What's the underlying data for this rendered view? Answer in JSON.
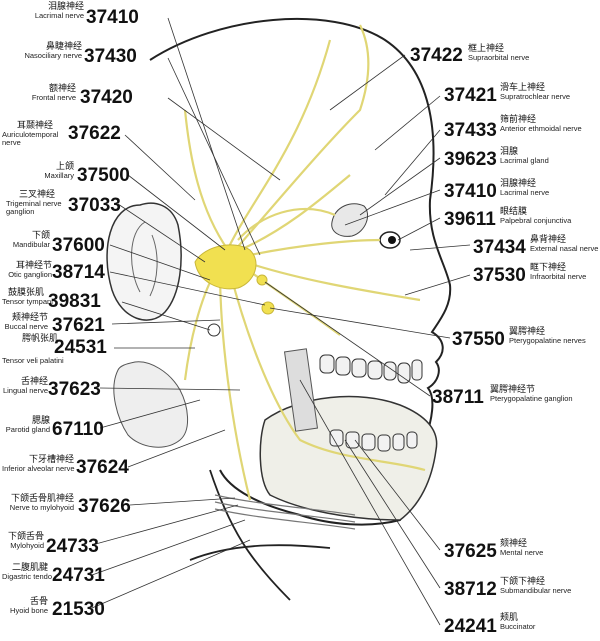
{
  "labels_left": [
    {
      "code": "37410",
      "cn": "泪腺神经",
      "en": "Lacrimal nerve"
    },
    {
      "code": "37430",
      "cn": "鼻睫神经",
      "en": "Nasociliary nerve"
    },
    {
      "code": "37420",
      "cn": "额神经",
      "en": "Frontal nerve"
    },
    {
      "code": "37622",
      "cn": "耳颞神经",
      "en": "Auriculotemporal nerve"
    },
    {
      "code": "37500",
      "cn": "上颌",
      "en": "Maxillary"
    },
    {
      "code": "37033",
      "cn": "三叉神经",
      "en": "Trigeminal nerve ganglion"
    },
    {
      "code": "37600",
      "cn": "下颌",
      "en": "Mandibular"
    },
    {
      "code": "38714",
      "cn": "耳神经节",
      "en": "Otic ganglion"
    },
    {
      "code": "39831",
      "cn": "鼓膜张肌",
      "en": "Tensor tympani"
    },
    {
      "code": "37621",
      "cn": "颊神经节",
      "en": "Buccal nerve"
    },
    {
      "code": "24531",
      "cn": "腭帆张肌",
      "en": "Tensor veli palatini"
    },
    {
      "code": "37623",
      "cn": "舌神经",
      "en": "Lingual nerve"
    },
    {
      "code": "67110",
      "cn": "腮腺",
      "en": "Parotid gland"
    },
    {
      "code": "37624",
      "cn": "下牙槽神经",
      "en": "Inferior alveolar nerve"
    },
    {
      "code": "37626",
      "cn": "下颌舌骨肌神经",
      "en": "Nerve to mylohyoid"
    },
    {
      "code": "24733",
      "cn": "下颌舌骨",
      "en": "Mylohyoid"
    },
    {
      "code": "24731",
      "cn": "二腹肌腱",
      "en": "Digastric tendo"
    },
    {
      "code": "21530",
      "cn": "舌骨",
      "en": "Hyoid bone"
    }
  ],
  "labels_right": [
    {
      "code": "37422",
      "cn": "框上神经",
      "en": "Supraorbital nerve"
    },
    {
      "code": "37421",
      "cn": "滑车上神经",
      "en": "Supratrochlear nerve"
    },
    {
      "code": "37433",
      "cn": "筛前神经",
      "en": "Anterior ethmoidal nerve"
    },
    {
      "code": "39623",
      "cn": "泪腺",
      "en": "Lacrimal gland"
    },
    {
      "code": "37410",
      "cn": "泪腺神经",
      "en": "Lacrimal nerve"
    },
    {
      "code": "39611",
      "cn": "眼结膜",
      "en": "Palpebral conjunctiva"
    },
    {
      "code": "37434",
      "cn": "鼻背神经",
      "en": "External nasal nerve"
    },
    {
      "code": "37530",
      "cn": "眶下神经",
      "en": "Infraorbital nerve"
    },
    {
      "code": "37550",
      "cn": "翼腭神经",
      "en": "Pterygopalatine nerves"
    },
    {
      "code": "38711",
      "cn": "翼腭神经节",
      "en": "Pterygopalatine ganglion"
    },
    {
      "code": "37625",
      "cn": "颏神经",
      "en": "Mental nerve"
    },
    {
      "code": "38712",
      "cn": "下颌下神经",
      "en": "Submandibular nerve"
    },
    {
      "code": "24241",
      "cn": "颊肌",
      "en": "Buccinator"
    }
  ],
  "colors": {
    "nerve": "#e8df7a",
    "ganglion": "#f1e050",
    "outline": "#333333",
    "teeth_fill": "#f2f2f2"
  }
}
